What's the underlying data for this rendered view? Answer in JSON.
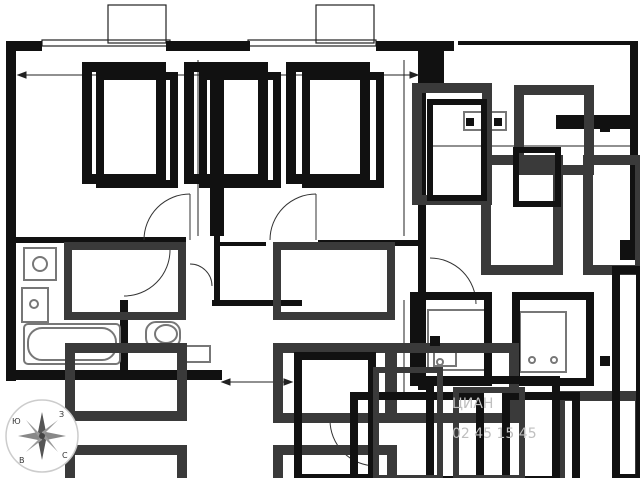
{
  "plan": {
    "colors": {
      "wall": "#111111",
      "interior_block": "#3a3a3a",
      "fixture": "#777777",
      "background": "#ffffff"
    }
  },
  "compass": {
    "north": "З",
    "east": "С",
    "south": "В",
    "west": "Ю",
    "icon": "compass-rose-icon"
  },
  "watermark": {
    "line1": "ЦИАН",
    "line2": "02 45 15 45"
  }
}
